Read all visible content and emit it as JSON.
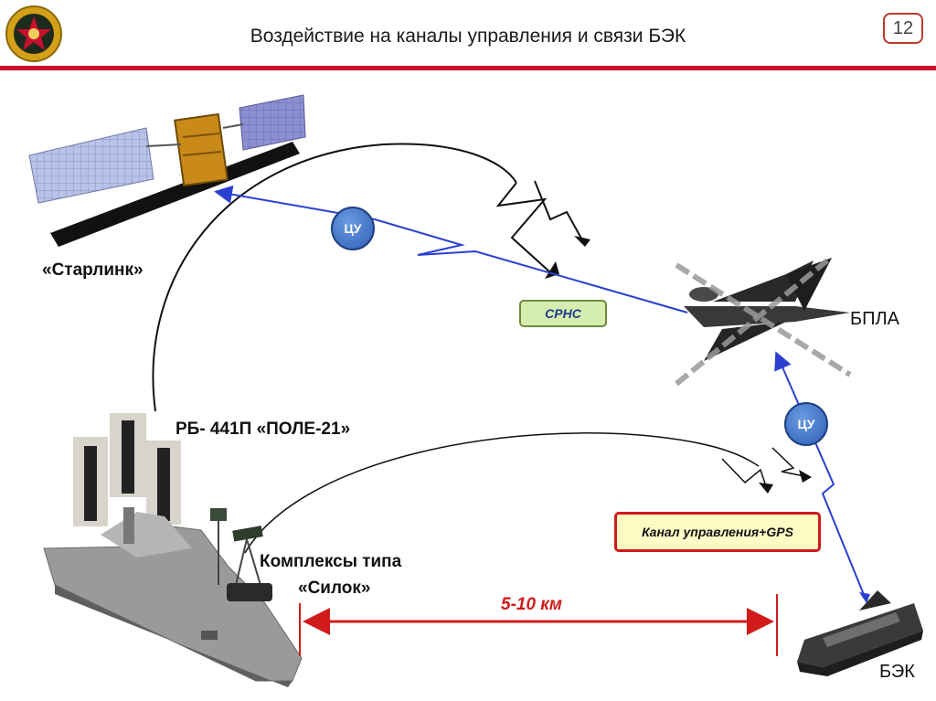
{
  "header": {
    "title": "Воздействие на каналы управления и связи БЭК",
    "page_number": "12",
    "accent_color": "#c8102e"
  },
  "labels": {
    "starlink": "«Старлинк»",
    "bpla": "БПЛА",
    "rb441": "РБ- 441П «ПОЛЕ-21»",
    "silok_line1": "Комплексы типа",
    "silok_line2": "«Силок»",
    "bek": "БЭК",
    "distance": "5-10 км"
  },
  "boxes": {
    "srns": "СРНС",
    "channel": "Канал управления+GPS"
  },
  "badges": {
    "cu_top": "ЦУ",
    "cu_right": "ЦУ"
  },
  "icons": [
    "emblem-icon",
    "satellite-icon",
    "drone-icon",
    "ship-icon",
    "antenna-array-icon",
    "jammer-icon",
    "boat-icon"
  ]
}
